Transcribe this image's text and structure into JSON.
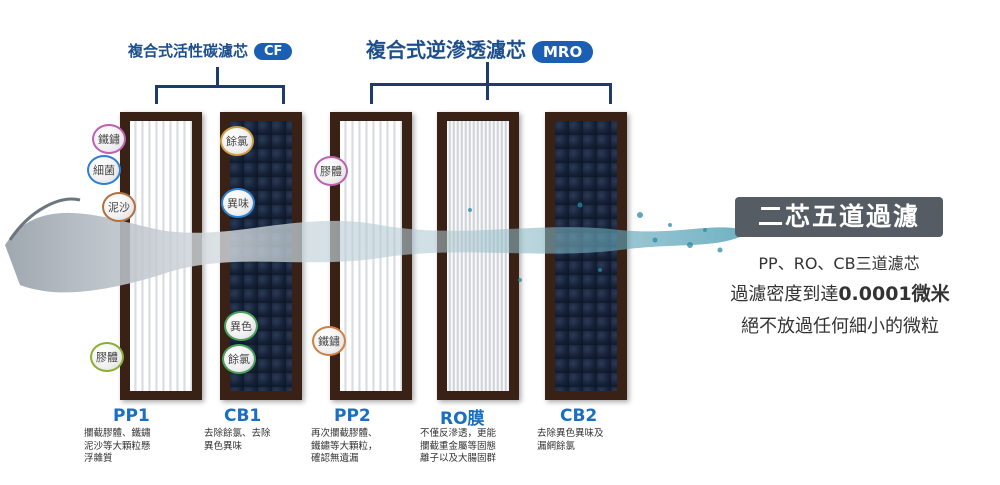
{
  "header": {
    "cf_label": "複合式活性碳濾芯",
    "cf_tag": "CF",
    "mro_label": "複合式逆滲透濾芯",
    "mro_tag": "MRO"
  },
  "filters": [
    {
      "name": "PP1",
      "desc": [
        "攔截膠體、鐵鏽",
        "泥沙等大顆粒懸",
        "浮雜質"
      ]
    },
    {
      "name": "CB1",
      "desc": [
        "去除餘氯、去除",
        "異色異味"
      ]
    },
    {
      "name": "PP2",
      "desc": [
        "再次攔截膠體、",
        "鐵鏽等大顆粒，",
        "確認無遺漏"
      ]
    },
    {
      "name": "RO膜",
      "desc": [
        "不僅反滲透，更能",
        "攔截重金屬等固態",
        "離子以及大腸固群"
      ]
    },
    {
      "name": "CB2",
      "desc": [
        "去除異色異味及",
        "漏網餘氯"
      ]
    }
  ],
  "bubbles": [
    "鐵鏽",
    "細菌",
    "泥沙",
    "膠體",
    "餘氯",
    "異味",
    "異色",
    "餘氯",
    "膠體",
    "鐵鏽"
  ],
  "feature": {
    "badge": "二芯五道過濾",
    "line1": "PP、RO、CB三道濾芯",
    "line2_prefix": "過濾密度到達",
    "line2_value": "0.0001微米",
    "line3": "絕不放過任何細小的微粒"
  },
  "colors": {
    "accent": "#1a5fb4",
    "label_blue": "#1a6fc0",
    "frame": "#3a2116",
    "badge_bg": "#555c63"
  }
}
